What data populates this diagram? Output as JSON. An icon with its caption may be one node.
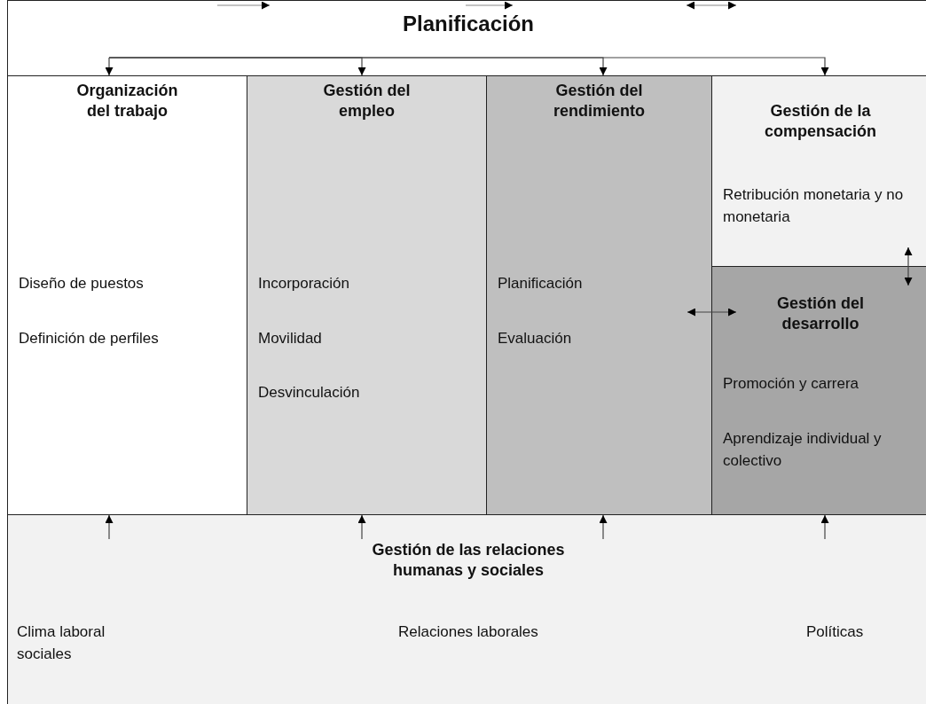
{
  "diagram": {
    "nodes": [
      {
        "text": [
          "Planificación"
        ]
      },
      {
        "text": [
          "Organización del trabajo",
          "Diseño de puestos",
          "Definición de perfiles"
        ]
      },
      {
        "text": [
          "Gestión del empleo",
          "Incorporación",
          "Movilidad",
          "Desvinculación"
        ]
      },
      {
        "text": [
          "Gestión del rendimiento",
          "Planificación",
          "Evaluación"
        ]
      },
      {
        "text": [
          "Gestión de la compensación",
          "Retribución monetaria y no monetaria"
        ]
      },
      {
        "text": [
          "Gestión del desarrollo",
          "Promoción y carrera",
          "Aprendizaje individual y colectivo"
        ]
      },
      {
        "text": [
          "Gestión de las relaciones humanas y sociales",
          "Clima laboral sociales",
          "Relaciones laborales",
          "Políticas"
        ]
      }
    ],
    "edges": [
      {
        "from": 0,
        "to": 1,
        "arrow": "to"
      },
      {
        "from": 0,
        "to": 2,
        "arrow": "to"
      },
      {
        "from": 0,
        "to": 3,
        "arrow": "to"
      },
      {
        "from": 0,
        "to": 4,
        "arrow": "to"
      },
      {
        "from": 6,
        "to": 1,
        "arrow": "to"
      },
      {
        "from": 6,
        "to": 2,
        "arrow": "to"
      },
      {
        "from": 6,
        "to": 3,
        "arrow": "to"
      },
      {
        "from": 6,
        "to": 5,
        "arrow": "to"
      },
      {
        "from": 3,
        "to": 5,
        "arrow": "both"
      },
      {
        "from": 4,
        "to": 5,
        "arrow": "both"
      }
    ]
  }
}
